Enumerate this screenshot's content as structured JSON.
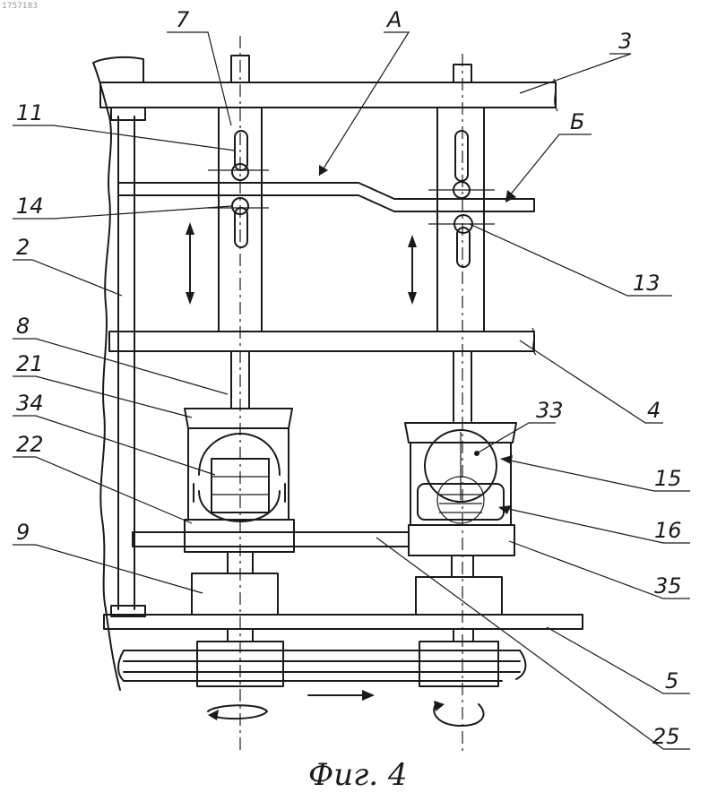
{
  "doc_id": "1757183",
  "caption": "Фиг. 4",
  "labels": {
    "l7": "7",
    "lA": "А",
    "l3": "3",
    "l11": "11",
    "lB": "Б",
    "l14": "14",
    "l2": "2",
    "l13": "13",
    "l8": "8",
    "l21": "21",
    "l4": "4",
    "l34": "34",
    "l33": "33",
    "l22": "22",
    "l15": "15",
    "l9": "9",
    "l16": "16",
    "l35": "35",
    "l5": "5",
    "l25": "25"
  }
}
